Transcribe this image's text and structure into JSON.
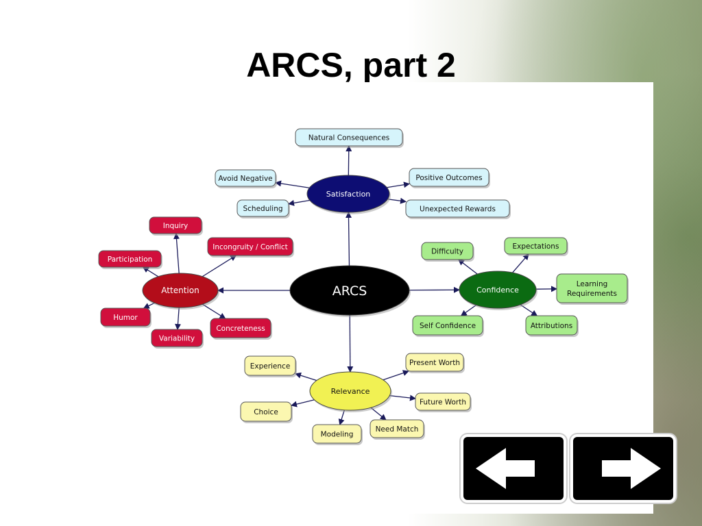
{
  "slide": {
    "title": "ARCS, part 2"
  },
  "diagram": {
    "center": {
      "label": "ARCS",
      "color": "#000000"
    },
    "branches": {
      "satisfaction": {
        "label": "Satisfaction",
        "color": "#0d0d73",
        "child_color": "#d6f4fb",
        "children": [
          "Natural Consequences",
          "Avoid Negative",
          "Scheduling",
          "Positive Outcomes",
          "Unexpected Rewards"
        ]
      },
      "attention": {
        "label": "Attention",
        "color": "#b30d1a",
        "child_color": "#d10f3c",
        "children": [
          "Inquiry",
          "Incongruity / Conflict",
          "Participation",
          "Humor",
          "Variability",
          "Concreteness"
        ]
      },
      "confidence": {
        "label": "Confidence",
        "color": "#0b6b12",
        "child_color": "#a8ec8c",
        "children": [
          "Difficulty",
          "Expectations",
          "Learning Requirements",
          "Self Confidence",
          "Attributions"
        ]
      },
      "relevance": {
        "label": "Relevance",
        "color": "#f1f153",
        "child_color": "#fbf7b0",
        "children": [
          "Experience",
          "Choice",
          "Modeling",
          "Need Match",
          "Present Worth",
          "Future Worth"
        ]
      }
    }
  },
  "navigation": {
    "prev": "left-arrow-icon",
    "next": "right-arrow-icon"
  }
}
